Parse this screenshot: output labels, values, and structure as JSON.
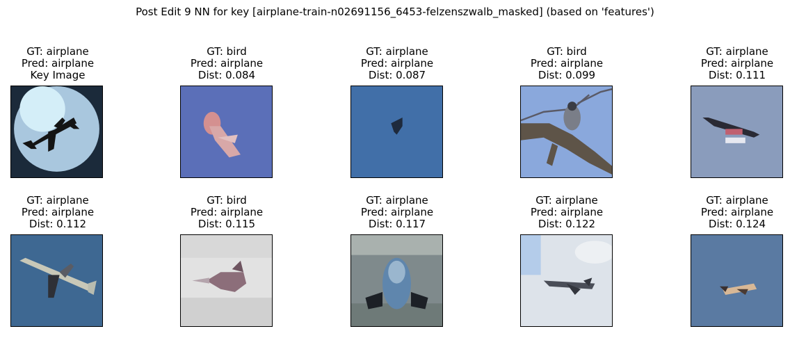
{
  "suptitle": "Post Edit 9 NN for key [airplane-train-n02691156_6453-felzenszwalb_masked] (based on 'features')",
  "panels": [
    {
      "gt": "GT: airplane",
      "pred": "Pred: airplane",
      "extra": "Key Image"
    },
    {
      "gt": "GT: bird",
      "pred": "Pred: airplane",
      "extra": "Dist: 0.084"
    },
    {
      "gt": "GT: airplane",
      "pred": "Pred: airplane",
      "extra": "Dist: 0.087"
    },
    {
      "gt": "GT: bird",
      "pred": "Pred: airplane",
      "extra": "Dist: 0.099"
    },
    {
      "gt": "GT: airplane",
      "pred": "Pred: airplane",
      "extra": "Dist: 0.111"
    },
    {
      "gt": "GT: airplane",
      "pred": "Pred: airplane",
      "extra": "Dist: 0.112"
    },
    {
      "gt": "GT: bird",
      "pred": "Pred: airplane",
      "extra": "Dist: 0.115"
    },
    {
      "gt": "GT: airplane",
      "pred": "Pred: airplane",
      "extra": "Dist: 0.117"
    },
    {
      "gt": "GT: airplane",
      "pred": "Pred: airplane",
      "extra": "Dist: 0.122"
    },
    {
      "gt": "GT: airplane",
      "pred": "Pred: airplane",
      "extra": "Dist: 0.124"
    }
  ]
}
